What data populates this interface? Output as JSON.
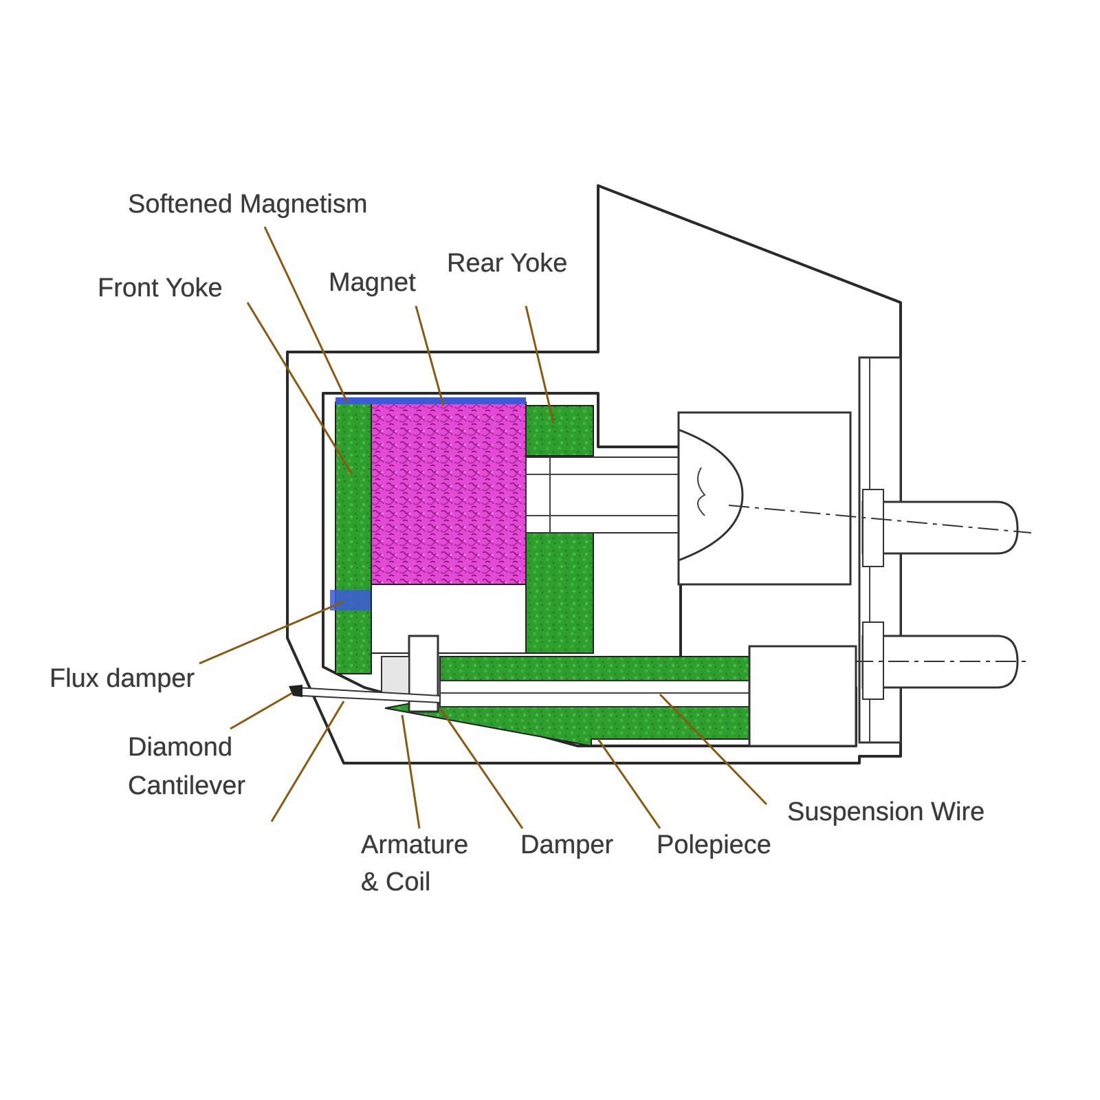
{
  "labels": {
    "softened_magnetism": "Softened Magnetism",
    "front_yoke": "Front Yoke",
    "magnet": "Magnet",
    "rear_yoke": "Rear Yoke",
    "flux_damper": "Flux damper",
    "diamond": "Diamond",
    "cantilever": "Cantilever",
    "armature_line1": "Armature",
    "armature_line2": "& Coil",
    "damper": "Damper",
    "polepiece": "Polepiece",
    "suspension_wire": "Suspension Wire"
  },
  "colors": {
    "body": "#f1f1ef",
    "yoke_green": "#2f9e2f",
    "magnet_pink": "#e34ad6",
    "flux_blue": "#3b5bd8",
    "leader": "#8a5a12"
  }
}
